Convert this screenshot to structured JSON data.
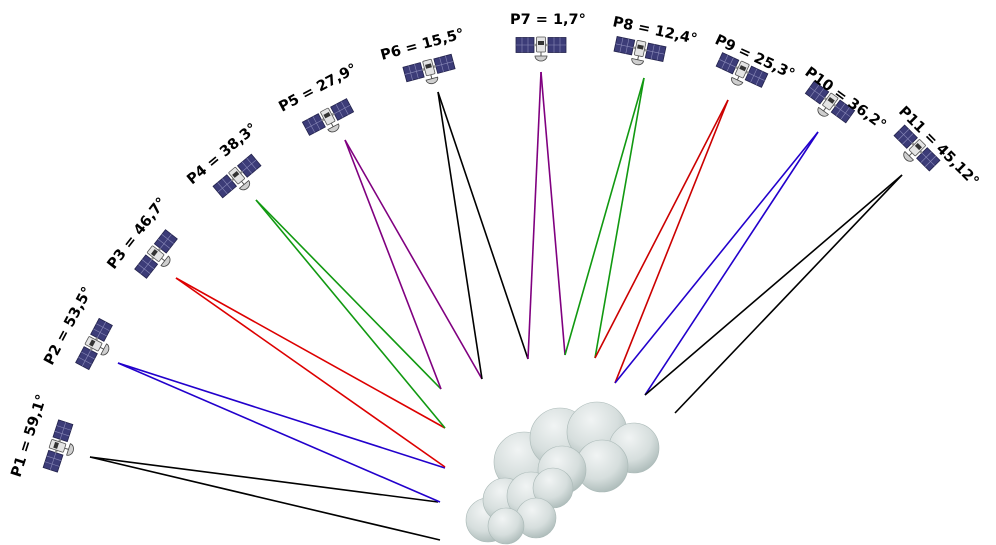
{
  "satellites": [
    {
      "label": "P1 = 59,1°",
      "line_color": "#000000"
    },
    {
      "label": "P2 = 53,5°",
      "line_color": "#2200cc"
    },
    {
      "label": "P3 = 46,7°",
      "line_color": "#dd0000"
    },
    {
      "label": "P4 = 38,3°",
      "line_color": "#119911"
    },
    {
      "label": "P5 = 27,9°",
      "line_color": "#800080"
    },
    {
      "label": "P6 = 15,5°",
      "line_color": "#000000"
    },
    {
      "label": "P7 = 1,7°",
      "line_color": "#800080"
    },
    {
      "label": "P8 = 12,4°",
      "line_color": "#119911"
    },
    {
      "label": "P9 = 25,3°",
      "line_color": "#cc0000"
    },
    {
      "label": "P10 = 36,2°",
      "line_color": "#2200cc"
    },
    {
      "label": "P11 = 45,12°",
      "line_color": "#000000"
    }
  ],
  "colors": {
    "panel": "#3c3c78",
    "panel_grid": "#8a8ab8",
    "body": "#d9d9d9",
    "cloud_light": "#e9eded",
    "cloud_dark": "#b9c6c4"
  }
}
